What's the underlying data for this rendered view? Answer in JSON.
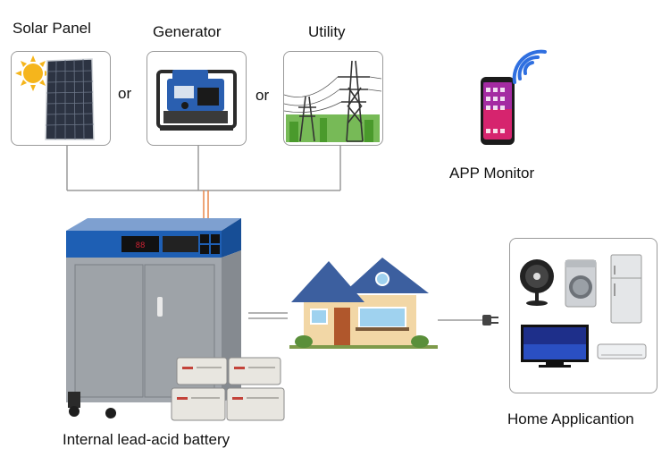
{
  "sources": {
    "solar_label": "Solar Panel",
    "generator_label": "Generator",
    "utility_label": "Utility",
    "or_1": "or",
    "or_2": "or"
  },
  "app": {
    "label": "APP Monitor"
  },
  "system": {
    "battery_label": "Internal lead-acid battery"
  },
  "home": {
    "appliances_label": "Home Applicantion"
  },
  "colors": {
    "panel_blue": "#1e5fb4",
    "cabinet_gray": "#9ea3a8",
    "connector_orange": "#e8874a",
    "wifi_blue": "#2f6fe0",
    "roof_blue": "#3c5f9f",
    "wall_beige": "#f2d7a6"
  }
}
